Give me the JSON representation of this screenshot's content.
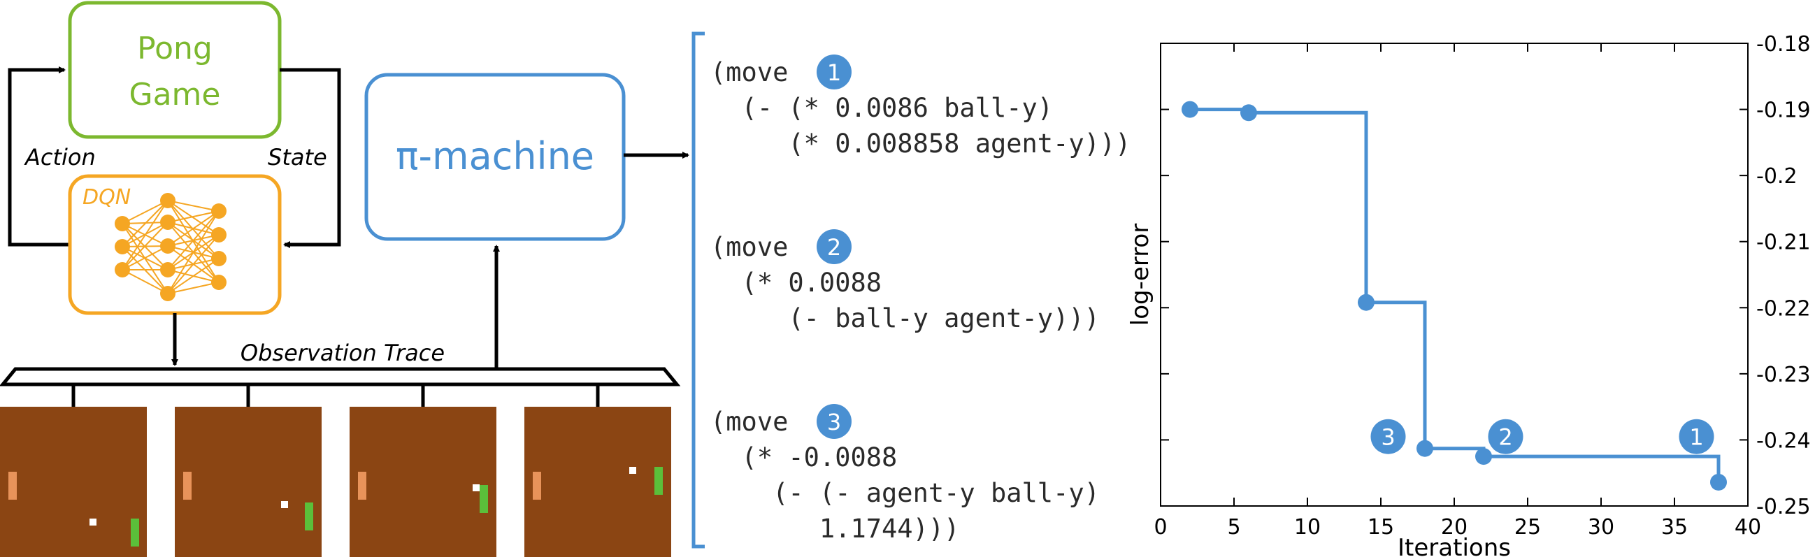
{
  "diagram": {
    "pong_line1": "Pong",
    "pong_line2": "Game",
    "action_label": "Action",
    "state_label": "State",
    "dqn_label": "DQN",
    "pi_machine_label": "π-machine",
    "observation_trace_label": "Observation Trace",
    "colors": {
      "pong_green": "#7cb82f",
      "dqn_orange": "#f5a623",
      "pi_blue": "#4a90d2",
      "frame_brown": "#8b4513",
      "agent_paddle": "#e8935a",
      "opponent_paddle": "#5bbf3a",
      "ball": "#ffffff"
    },
    "frames": [
      {
        "name": "frame-1"
      },
      {
        "name": "frame-2"
      },
      {
        "name": "frame-3"
      },
      {
        "name": "frame-4"
      }
    ]
  },
  "programs": [
    {
      "badge": "1",
      "lines": [
        "(move",
        "  (- (* 0.0086 ball-y)",
        "     (* 0.008858 agent-y)))"
      ]
    },
    {
      "badge": "2",
      "lines": [
        "(move",
        "  (* 0.0088",
        "     (- ball-y agent-y)))"
      ]
    },
    {
      "badge": "3",
      "lines": [
        "(move",
        "  (* -0.0088",
        "    (- (- agent-y ball-y)",
        "       1.1744)))"
      ]
    }
  ],
  "chart_data": {
    "type": "line",
    "step": true,
    "xlabel": "Iterations",
    "ylabel": "log-error",
    "xlim": [
      0,
      40
    ],
    "ylim": [
      -0.25,
      -0.18
    ],
    "xticks": [
      0,
      5,
      10,
      15,
      20,
      25,
      30,
      35,
      40
    ],
    "yticks": [
      -0.18,
      -0.19,
      -0.2,
      -0.21,
      -0.22,
      -0.23,
      -0.24,
      -0.25
    ],
    "ytick_labels": [
      "-0.18",
      "-0.19",
      "-0.2",
      "-0.21",
      "-0.22",
      "-0.23",
      "-0.24",
      "-0.25"
    ],
    "yaxis_side": "right",
    "grid": false,
    "series": [
      {
        "x": [
          2,
          6,
          14,
          18,
          22,
          38
        ],
        "y": [
          -0.19,
          -0.1905,
          -0.2192,
          -0.2413,
          -0.2425,
          -0.2464
        ]
      }
    ],
    "annotations": [
      {
        "label": "3",
        "x": 15.5,
        "y": -0.2395
      },
      {
        "label": "2",
        "x": 23.5,
        "y": -0.2395
      },
      {
        "label": "1",
        "x": 36.5,
        "y": -0.2395
      }
    ],
    "color": "#4a90d2"
  }
}
